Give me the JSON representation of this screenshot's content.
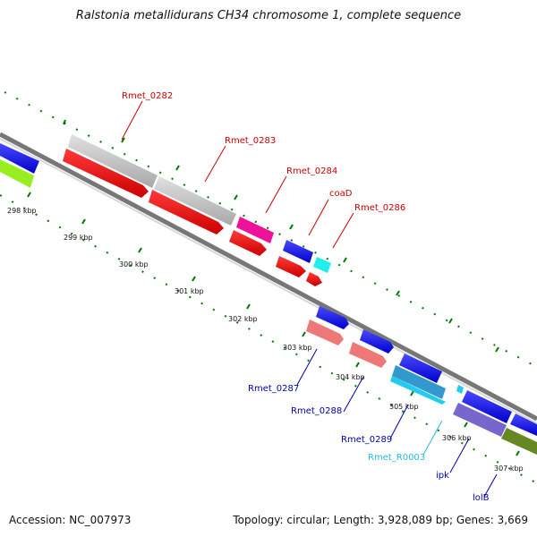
{
  "title": "Ralstonia metallidurans CH34 chromosome 1, complete sequence",
  "footer": {
    "accession": "Accession: NC_007973",
    "summary": "Topology: circular; Length: 3,928,089 bp; Genes: 3,669"
  },
  "colors": {
    "label_top": "#cc0000",
    "label_bottom_blue": "#0000aa",
    "label_bottom_cyan": "#22bbdd",
    "backbone": "#888888",
    "tick_green": "#007700"
  },
  "scale_labels": [
    "298 kbp",
    "299 kbp",
    "300 kbp",
    "301 kbp",
    "302 kbp",
    "303 kbp",
    "304 kbp",
    "305 kbp",
    "306 kbp",
    "307 kbp"
  ],
  "gene_labels_top": [
    "Rmet_0282",
    "Rmet_0283",
    "Rmet_0284",
    "coaD",
    "Rmet_0286"
  ],
  "gene_labels_bottom": [
    "Rmet_0287",
    "Rmet_0288",
    "Rmet_0289",
    "Rmet_R0003",
    "ipk",
    "lolB"
  ]
}
